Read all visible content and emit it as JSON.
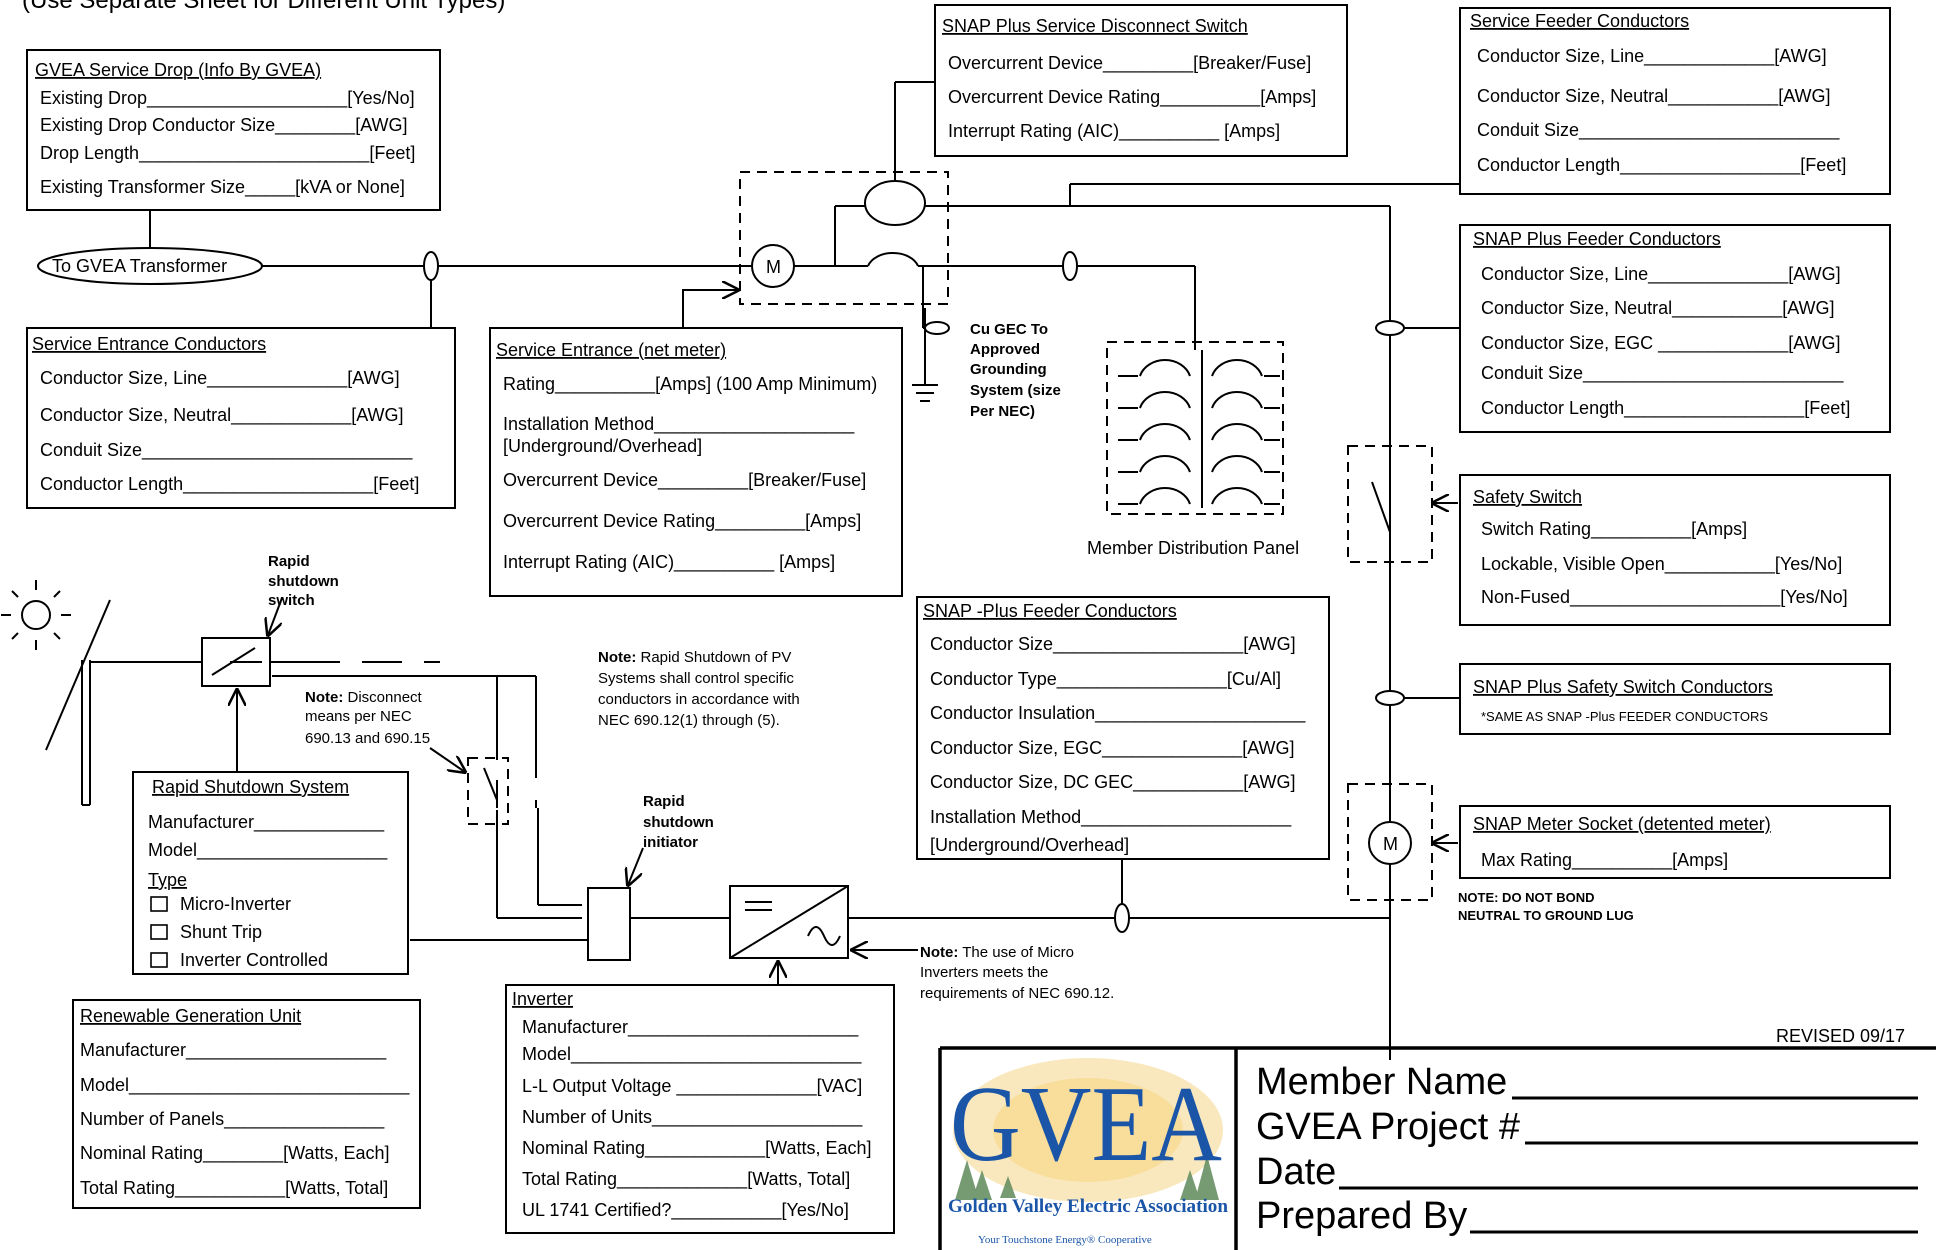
{
  "header_text": "(Use Separate Sheet for Different Unit Types)",
  "revised": "REVISED 09/17",
  "gvea_service_drop": {
    "title": "GVEA Service Drop (Info By GVEA)",
    "lines": [
      "Existing Drop____________________[Yes/No]",
      "Existing Drop Conductor Size________[AWG]",
      "Drop Length_______________________[Feet]",
      "Existing Transformer Size_____[kVA or None]"
    ]
  },
  "to_transformer": "To GVEA Transformer",
  "service_entrance_conductors": {
    "title": "Service Entrance Conductors",
    "lines": [
      "Conductor Size, Line______________[AWG]",
      "Conductor Size, Neutral____________[AWG]",
      "Conduit Size___________________________",
      "Conductor Length___________________[Feet]"
    ]
  },
  "service_entrance_net_meter": {
    "title": "Service Entrance (net meter)",
    "lines": [
      "Rating__________[Amps] (100 Amp Minimum)",
      "Installation Method____________________",
      "[Underground/Overhead]",
      "Overcurrent Device_________[Breaker/Fuse]",
      "Overcurrent Device Rating_________[Amps]",
      "Interrupt Rating (AIC)__________ [Amps]"
    ]
  },
  "snap_service_disconnect": {
    "title": "SNAP Plus Service Disconnect Switch",
    "lines": [
      "Overcurrent Device_________[Breaker/Fuse]",
      "Overcurrent Device Rating__________[Amps]",
      "Interrupt Rating (AIC)__________ [Amps]"
    ]
  },
  "service_feeder_conductors": {
    "title": "Service Feeder Conductors",
    "lines": [
      "Conductor Size, Line_____________[AWG]",
      "Conductor Size, Neutral___________[AWG]",
      "Conduit Size__________________________",
      "Conductor Length__________________[Feet]"
    ]
  },
  "snap_feeder_conductors_right": {
    "title": "SNAP Plus Feeder Conductors",
    "lines": [
      "Conductor Size, Line______________[AWG]",
      "Conductor Size, Neutral___________[AWG]",
      "Conductor Size, EGC _____________[AWG]",
      "Conduit Size__________________________",
      "Conductor Length__________________[Feet]"
    ]
  },
  "safety_switch": {
    "title": "Safety Switch",
    "lines": [
      "Switch Rating__________[Amps]",
      "Lockable, Visible Open___________[Yes/No]",
      "Non-Fused_____________________[Yes/No]"
    ]
  },
  "snap_safety_switch_conductors": {
    "title": "SNAP Plus Safety Switch Conductors",
    "note": "*SAME AS SNAP -Plus FEEDER CONDUCTORS"
  },
  "snap_meter_socket": {
    "title": "SNAP Meter Socket (detented meter)",
    "lines": [
      "Max Rating__________[Amps]"
    ]
  },
  "no_bond_note": [
    "NOTE: DO NOT BOND",
    "NEUTRAL TO GROUND LUG"
  ],
  "snap_feeder_conductors_center": {
    "title": "SNAP -Plus Feeder Conductors",
    "lines": [
      "Conductor Size___________________[AWG]",
      "Conductor Type_________________[Cu/Al]",
      "Conductor Insulation_____________________",
      "Conductor Size, EGC______________[AWG]",
      "Conductor Size, DC GEC___________[AWG]",
      "Installation Method_____________________",
      "[Underground/Overhead]"
    ]
  },
  "gec_note": [
    "Cu GEC To",
    "Approved",
    "Grounding",
    "System (size",
    "Per NEC)"
  ],
  "panel_label": "Member Distribution Panel",
  "rapid_shutdown_switch_label": [
    "Rapid",
    "shutdown",
    "switch"
  ],
  "disconnect_note": {
    "bold": "Note:",
    "lines": [
      " Disconnect",
      "means per NEC",
      "690.13 and 690.15"
    ]
  },
  "rapid_shutdown_note": {
    "bold": "Note:",
    "lines": [
      " Rapid Shutdown of PV",
      "Systems shall control specific",
      "conductors in accordance with",
      "NEC 690.12(1) through (5)."
    ]
  },
  "rapid_shutdown_initiator_label": [
    "Rapid",
    "shutdown",
    "initiator"
  ],
  "micro_inverter_note": {
    "bold": "Note:",
    "lines": [
      " The use of Micro",
      "Inverters meets the",
      "requirements of NEC 690.12."
    ]
  },
  "rapid_shutdown_system": {
    "title": "Rapid Shutdown System",
    "lines": [
      "Manufacturer_____________",
      "Model___________________"
    ],
    "type_title": "Type",
    "options": [
      "Micro-Inverter",
      "Shunt Trip",
      "Inverter Controlled"
    ]
  },
  "renewable_generation_unit": {
    "title": "Renewable Generation Unit",
    "lines": [
      "Manufacturer____________________",
      "Model____________________________",
      "Number of Panels________________",
      "Nominal Rating________[Watts, Each]",
      "Total Rating___________[Watts, Total]"
    ]
  },
  "inverter": {
    "title": "Inverter",
    "lines": [
      "Manufacturer_______________________",
      "Model_____________________________",
      "L-L Output Voltage ______________[VAC]",
      "Number of Units_____________________",
      "Nominal Rating____________[Watts, Each]",
      "Total Rating_____________[Watts, Total]",
      "UL 1741 Certified?___________[Yes/No]"
    ]
  },
  "logo": {
    "text": "GVEA",
    "subtitle": "Golden Valley Electric Association",
    "tagline": "Your Touchstone Energy® Cooperative",
    "colors": {
      "letters": "#1a55a8",
      "sun": "#f3c565",
      "trees": "#5f8a5b",
      "subtitle": "#1a55a8"
    }
  },
  "title_block": {
    "member_name": "Member Name",
    "project": "GVEA Project #",
    "date": "Date",
    "prepared_by": "Prepared By"
  },
  "meter_label": "M"
}
